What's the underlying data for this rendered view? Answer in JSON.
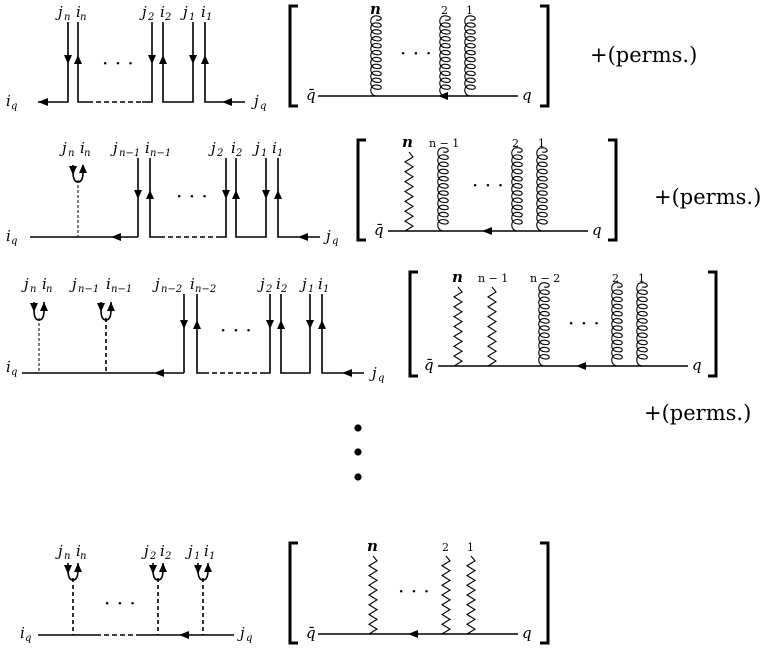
{
  "symbols": {
    "dots": "· · ·",
    "i": "i",
    "j": "j",
    "q": "q",
    "qbar": "q̄",
    "n": "n",
    "n_minus_1": "n − 1",
    "n_minus_2": "n − 2",
    "two": "2",
    "one": "1",
    "perms": "+(perms.)"
  },
  "index_subscripts": {
    "q": "q",
    "n": "n",
    "n_minus_1": "n−1",
    "n_minus_2": "n−2",
    "two": "2",
    "one": "1"
  },
  "rows": [
    {
      "row": 1,
      "color_lines": 0,
      "gluons": 3,
      "photons": 0
    },
    {
      "row": 2,
      "color_lines": 1,
      "gluons": 3,
      "photons": 1
    },
    {
      "row": 3,
      "color_lines": 2,
      "gluons": 3,
      "photons": 2
    },
    {
      "row": 4,
      "color_lines": 3,
      "gluons": 0,
      "photons": 3
    }
  ],
  "vertical_ellipsis": "⋮"
}
